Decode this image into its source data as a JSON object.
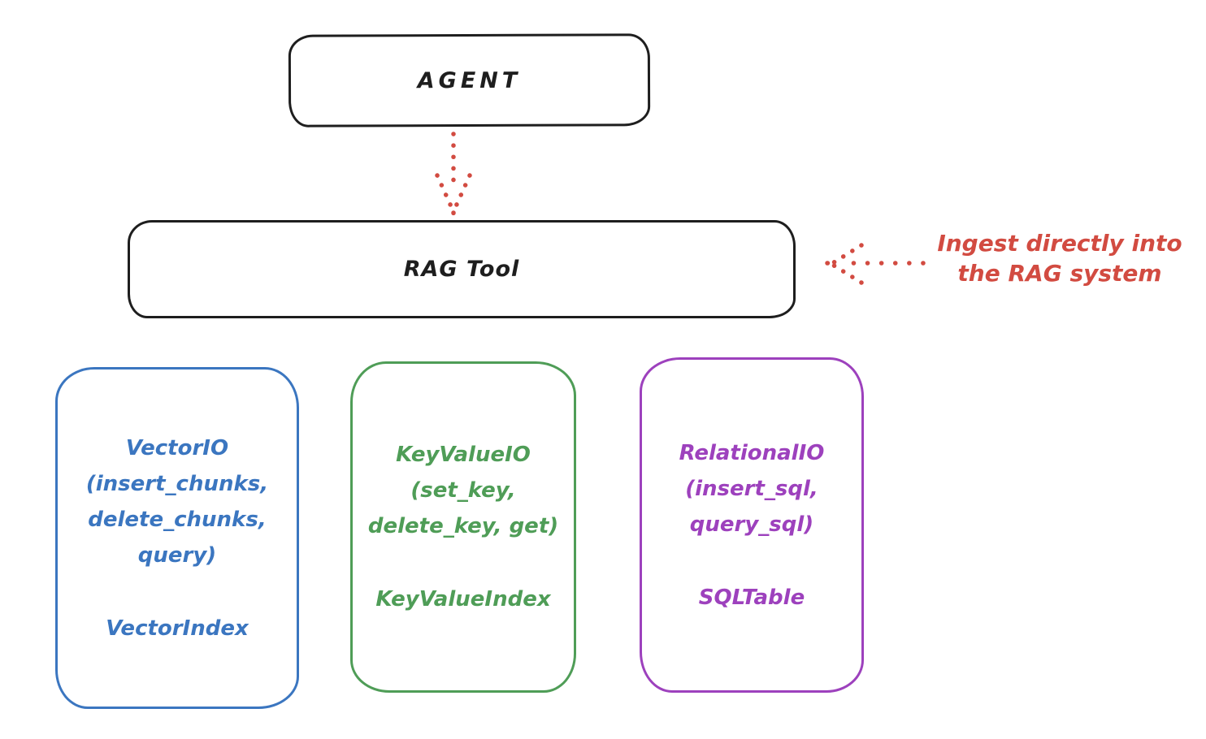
{
  "agent": {
    "label": "AGENT"
  },
  "rag_tool": {
    "label": "RAG Tool"
  },
  "annotation": {
    "line1": "Ingest directly into",
    "line2": "the RAG system"
  },
  "boxes": [
    {
      "name": "vector-io",
      "lines": [
        "VectorIO",
        "(insert_chunks,",
        "delete_chunks,",
        "query)"
      ],
      "index_label": "VectorIndex",
      "color": "#3b76c0"
    },
    {
      "name": "keyvalue-io",
      "lines": [
        "KeyValueIO",
        "(set_key,",
        "delete_key, get)"
      ],
      "index_label": "KeyValueIndex",
      "color": "#4f9d57"
    },
    {
      "name": "relational-io",
      "lines": [
        "RelationalIO",
        "(insert_sql,",
        "query_sql)"
      ],
      "index_label": "SQLTable",
      "color": "#9d41bd"
    }
  ],
  "colors": {
    "ink": "#1e1e1e",
    "arrow_red": "#d24b41",
    "background": "#ffffff"
  }
}
